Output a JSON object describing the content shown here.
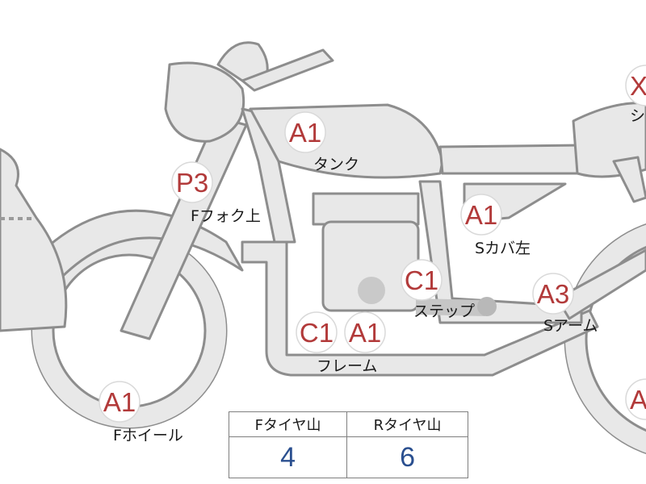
{
  "parts": [
    {
      "id": "tank",
      "grade": "A1",
      "label": "タンク"
    },
    {
      "id": "front-fork",
      "grade": "P3",
      "label": "Fフォク上"
    },
    {
      "id": "side-cover",
      "grade": "A1",
      "label": "Sカバ左"
    },
    {
      "id": "step",
      "grade": "C1",
      "label": "ステップ"
    },
    {
      "id": "frame",
      "grade": "C1",
      "grade2": "A1",
      "label": "フレーム"
    },
    {
      "id": "swing-arm",
      "grade": "A3",
      "label": "Sアーム"
    },
    {
      "id": "front-wheel",
      "grade": "A1",
      "label": "Fホイール"
    },
    {
      "id": "seat",
      "grade": "X",
      "label": "シ"
    },
    {
      "id": "rear-wheel",
      "grade": "A"
    }
  ],
  "tire_table": {
    "headers": [
      "Fタイヤ山",
      "Rタイヤ山"
    ],
    "values": [
      "4",
      "6"
    ]
  }
}
